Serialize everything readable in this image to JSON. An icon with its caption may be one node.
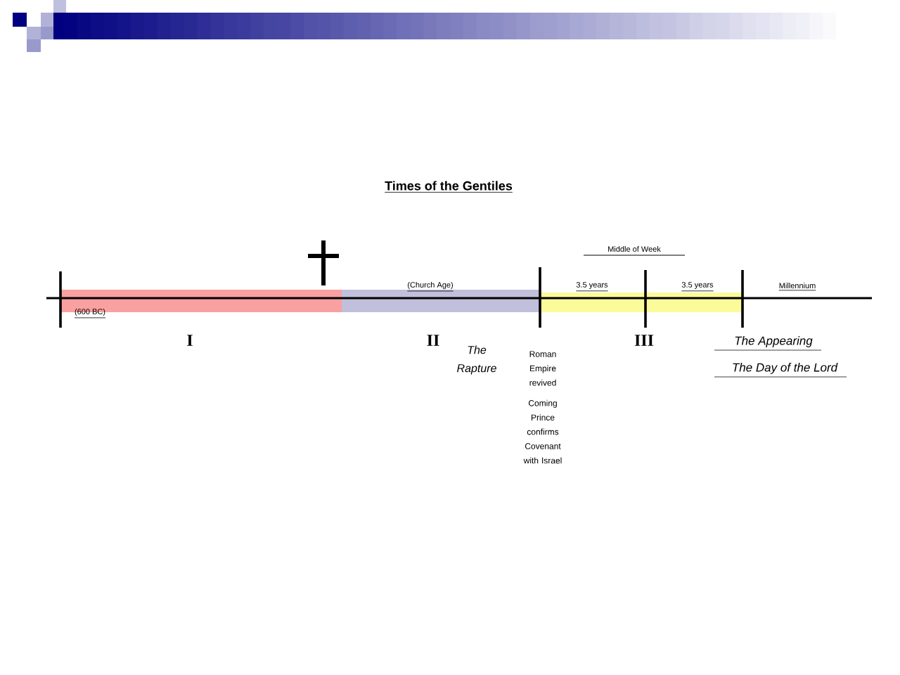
{
  "diagram": {
    "title": "Times of the Gentiles",
    "labels": [
      "Middle of Week",
      "(Church Age)",
      "3.5 years",
      "3.5 years",
      "Millennium",
      "(600 BC)",
      "I",
      "II",
      "III",
      "The Rapture",
      "Roman Empire revived",
      "Coming Prince confirms Covenant with Israel",
      "The  Appearing",
      "The Day of the Lord"
    ]
  }
}
